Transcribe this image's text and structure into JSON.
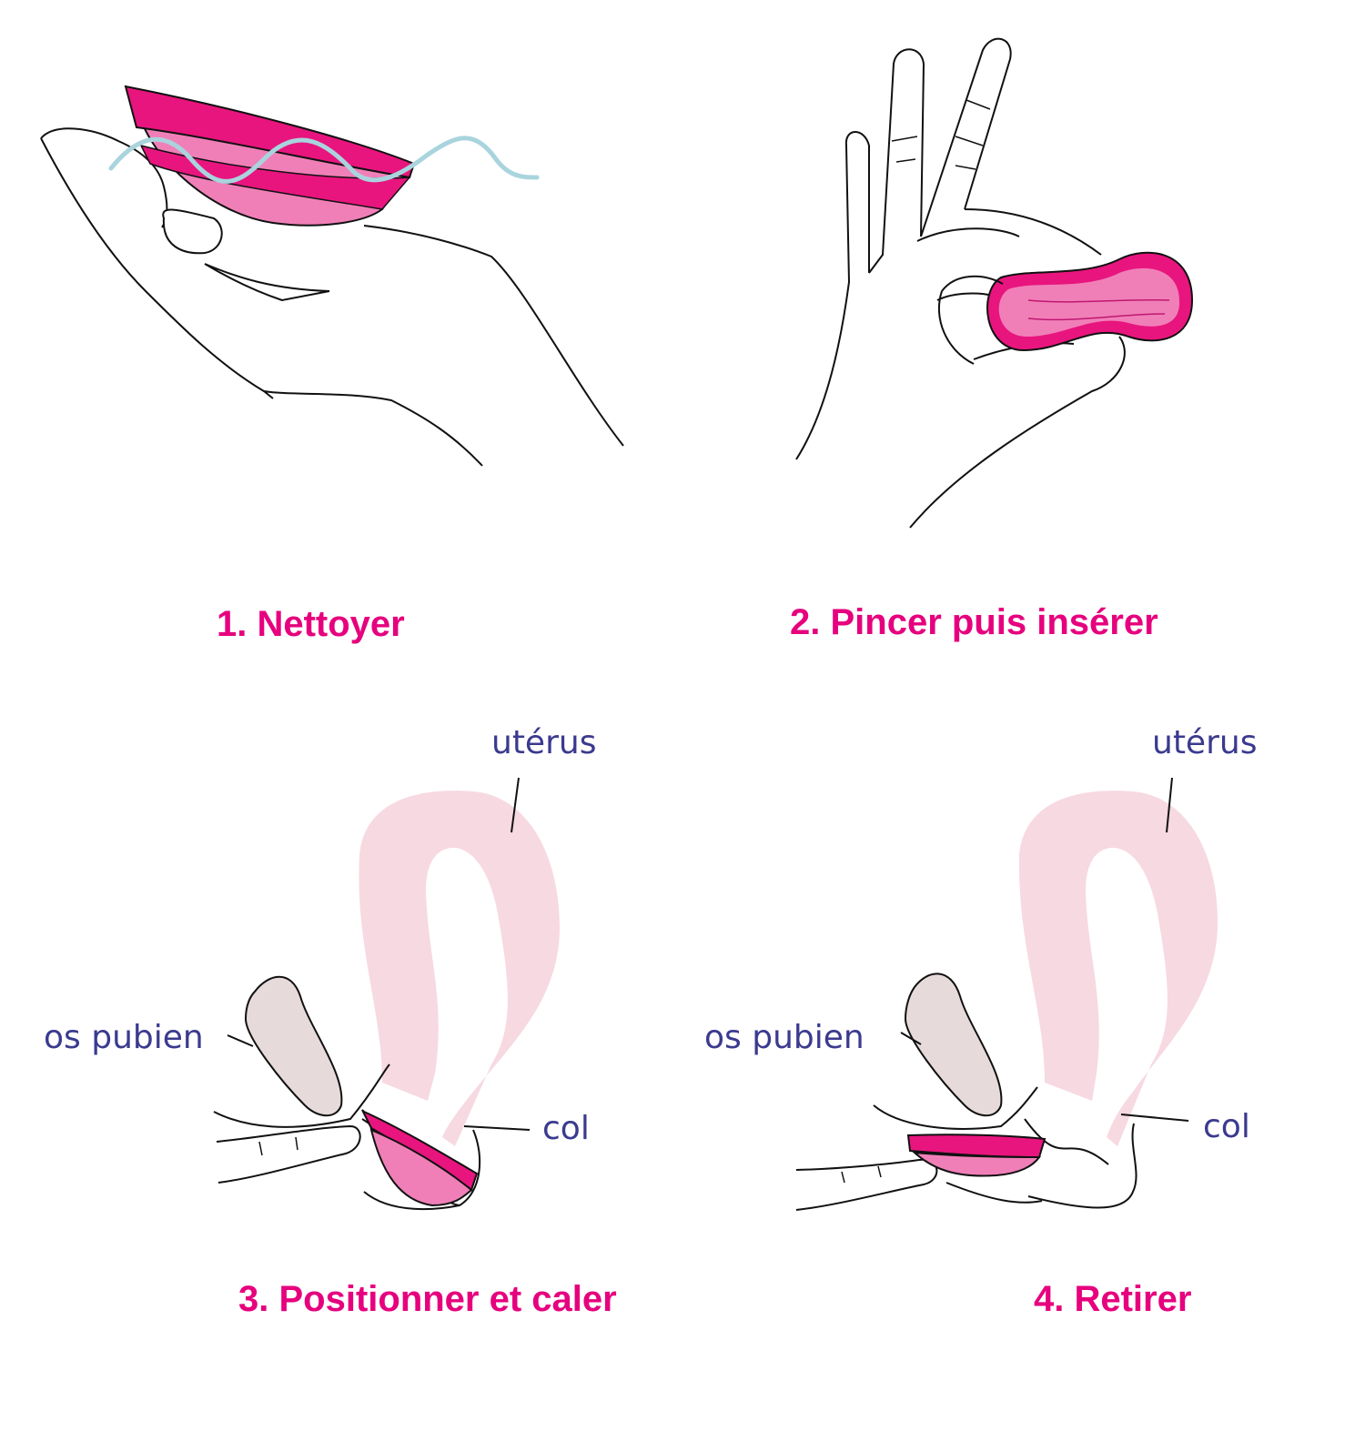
{
  "steps": [
    {
      "label": "1. Nettoyer"
    },
    {
      "label": "2. Pincer puis insérer"
    },
    {
      "label": "3. Positionner et caler"
    },
    {
      "label": "4. Retirer"
    }
  ],
  "anatomy": {
    "uterus": "utérus",
    "pubic_bone": "os pubien",
    "cervix": "col"
  },
  "colors": {
    "step_label": "#e6007e",
    "anatomy_label": "#3b3a8f",
    "cup_dark": "#e8157e",
    "cup_light": "#f07fb8",
    "uterus_fill": "#f7d9e1",
    "pubic_bone_fill": "#e6dada",
    "water": "#a9d4de",
    "outline": "#111111"
  }
}
